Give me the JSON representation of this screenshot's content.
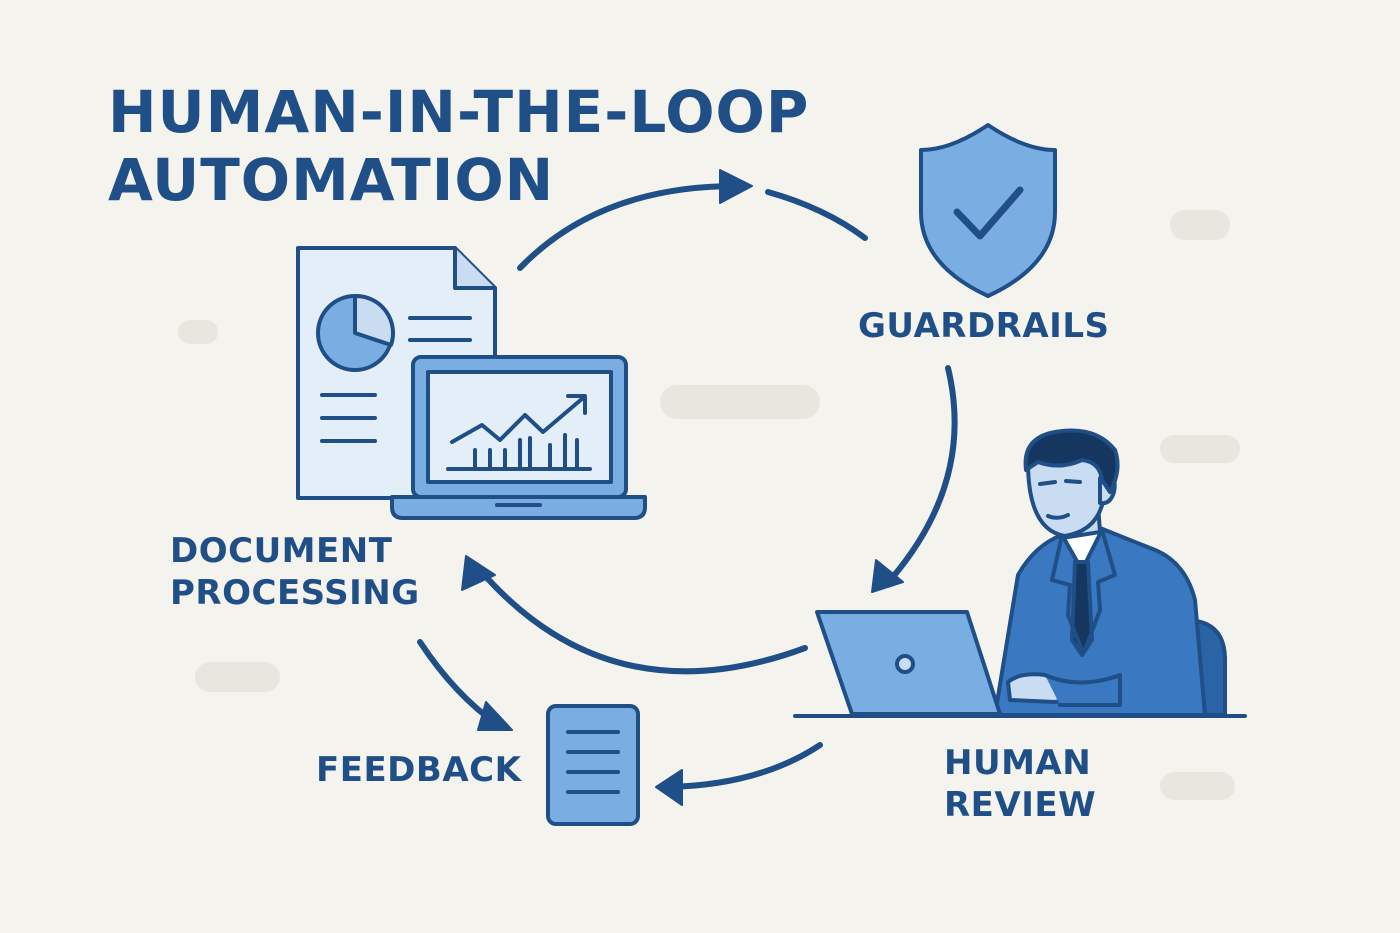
{
  "title": {
    "line1": "HUMAN-IN-THE-LOOP",
    "line2": "AUTOMATION"
  },
  "nodes": {
    "document_processing": {
      "line1": "DOCUMENT",
      "line2": "PROCESSING"
    },
    "guardrails": {
      "label": "GUARDRAILS"
    },
    "human_review": {
      "line1": "HUMAN",
      "line2": "REVIEW"
    },
    "feedback": {
      "label": "FEEDBACK"
    }
  },
  "colors": {
    "background": "#f5f3ee",
    "ink": "#1f4f86",
    "fill_light": "#c9dcf2",
    "fill_mid": "#7aaee3",
    "suit": "#3a78c2"
  },
  "icons": [
    "document-chart-icon",
    "laptop-chart-icon",
    "shield-check-icon",
    "businessman-icon",
    "laptop-icon",
    "report-icon"
  ]
}
